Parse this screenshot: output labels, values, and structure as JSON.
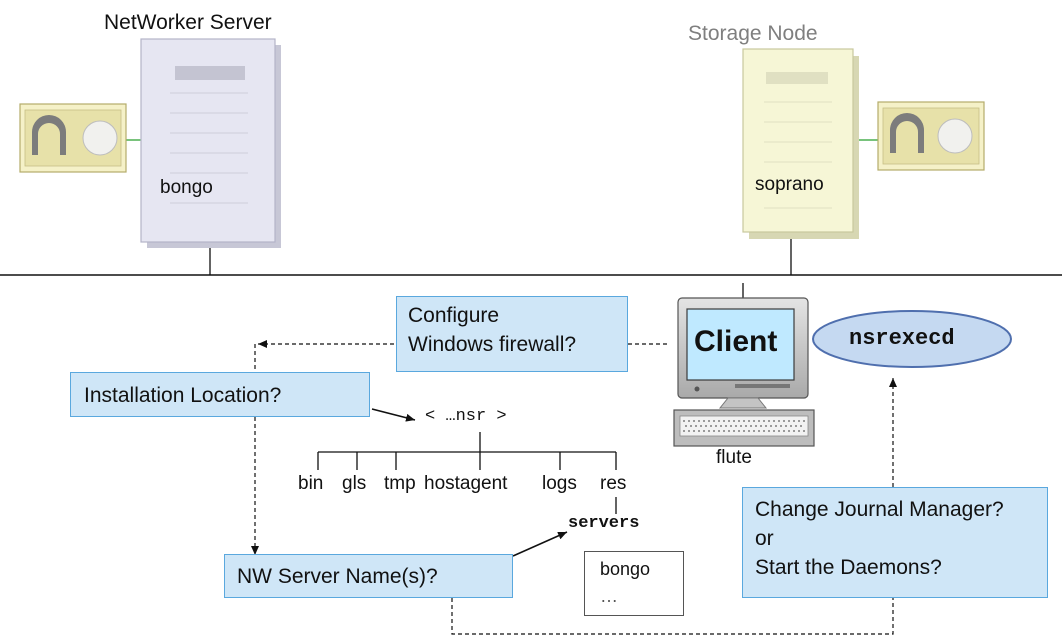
{
  "servers": {
    "networker": {
      "title": "NetWorker Server",
      "hostname": "bongo"
    },
    "storage_node": {
      "title": "Storage Node",
      "hostname": "soprano"
    }
  },
  "client": {
    "label": "Client",
    "hostname": "flute",
    "daemon": "nsrexecd"
  },
  "questions": {
    "firewall": [
      "Configure",
      "Windows firewall?"
    ],
    "install_location": "Installation Location?",
    "server_names": "NW Server Name(s)?",
    "journal": [
      "Change Journal Manager?",
      "or",
      "Start the Daemons?"
    ]
  },
  "directory_tree": {
    "root": "< …nsr >",
    "children": [
      "bin",
      "gls",
      "tmp",
      "hostagent",
      "logs",
      "res"
    ],
    "sub": "servers",
    "file_lines": [
      "bongo",
      "…"
    ]
  },
  "colors": {
    "question_fill": "#cfe6f7",
    "question_border": "#5aa8de",
    "networker_server": "#e6e6f2",
    "storage_node": "#f6f6d6",
    "daemon_fill": "#c5d9f1",
    "daemon_border": "#4f6fae"
  }
}
